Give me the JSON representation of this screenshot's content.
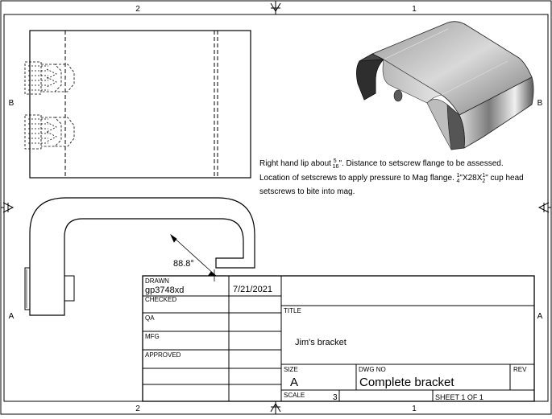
{
  "zones": {
    "top": [
      "2",
      "1"
    ],
    "bottom": [
      "2",
      "1"
    ],
    "left": [
      "B",
      "A"
    ],
    "right": [
      "B",
      "A"
    ]
  },
  "notes": {
    "line1_a": "Right hand lip about ",
    "frac1_num": "5",
    "frac1_den": "16",
    "line1_b": "\". Distance to setscrew flange to be assessed.",
    "line2_a": "Location of setscrews to apply pressure to Mag flange. ",
    "frac2_num": "1",
    "frac2_den": "4",
    "line2_b": "\"X28X",
    "frac3_num": "1",
    "frac3_den": "2",
    "line2_c": "\" cup head",
    "line3": "setscrews to bite into mag."
  },
  "dimension": {
    "angle_label": "88.8°"
  },
  "title_block": {
    "drawn_label": "DRAWN",
    "drawn_by": "gp3748xd",
    "drawn_date": "7/21/2021",
    "checked_label": "CHECKED",
    "qa_label": "QA",
    "mfg_label": "MFG",
    "approved_label": "APPROVED",
    "title_label": "TITLE",
    "title_value": "Jim's bracket",
    "size_label": "SIZE",
    "size_value": "A",
    "dwgno_label": "DWG NO",
    "dwgno_value": "Complete bracket",
    "rev_label": "REV",
    "scale_label": "SCALE",
    "scale_value": "3",
    "sheet_label": "SHEET 1  OF 1"
  },
  "colors": {
    "line": "#000000",
    "hidden": "#000000",
    "shade_dark": "#3a3a3a",
    "shade_mid": "#8a8a8a",
    "shade_light": "#d8d8d8"
  }
}
